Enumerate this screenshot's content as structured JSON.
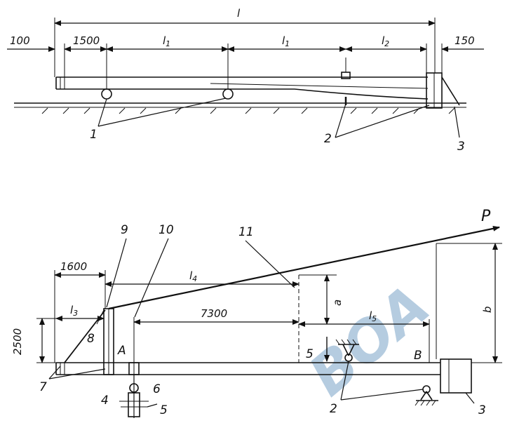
{
  "top_view": {
    "dim_l": "l",
    "dim_100": "100",
    "dim_1500": "1500",
    "dim_l1_a": "l",
    "dim_l1_a_sub": "1",
    "dim_l1_b": "l",
    "dim_l1_b_sub": "1",
    "dim_l2": "l",
    "dim_l2_sub": "2",
    "dim_150": "150",
    "callout_1": "1",
    "callout_2": "2",
    "callout_3": "3"
  },
  "bottom_view": {
    "force_label": "P",
    "dim_1600": "1600",
    "dim_l3": "l",
    "dim_l3_sub": "3",
    "dim_l4": "l",
    "dim_l4_sub": "4",
    "dim_7300": "7300",
    "dim_l5": "l",
    "dim_l5_sub": "5",
    "dim_a": "a",
    "dim_b": "b",
    "dim_2500": "2500",
    "callout_9": "9",
    "callout_10": "10",
    "callout_11": "11",
    "callout_8": "8",
    "label_A": "A",
    "label_B": "B",
    "label_5_mid": "5",
    "callout_7": "7",
    "callout_4": "4",
    "callout_6": "6",
    "callout_5": "5",
    "callout_2": "2",
    "callout_3": "3"
  },
  "watermark": "BOA"
}
